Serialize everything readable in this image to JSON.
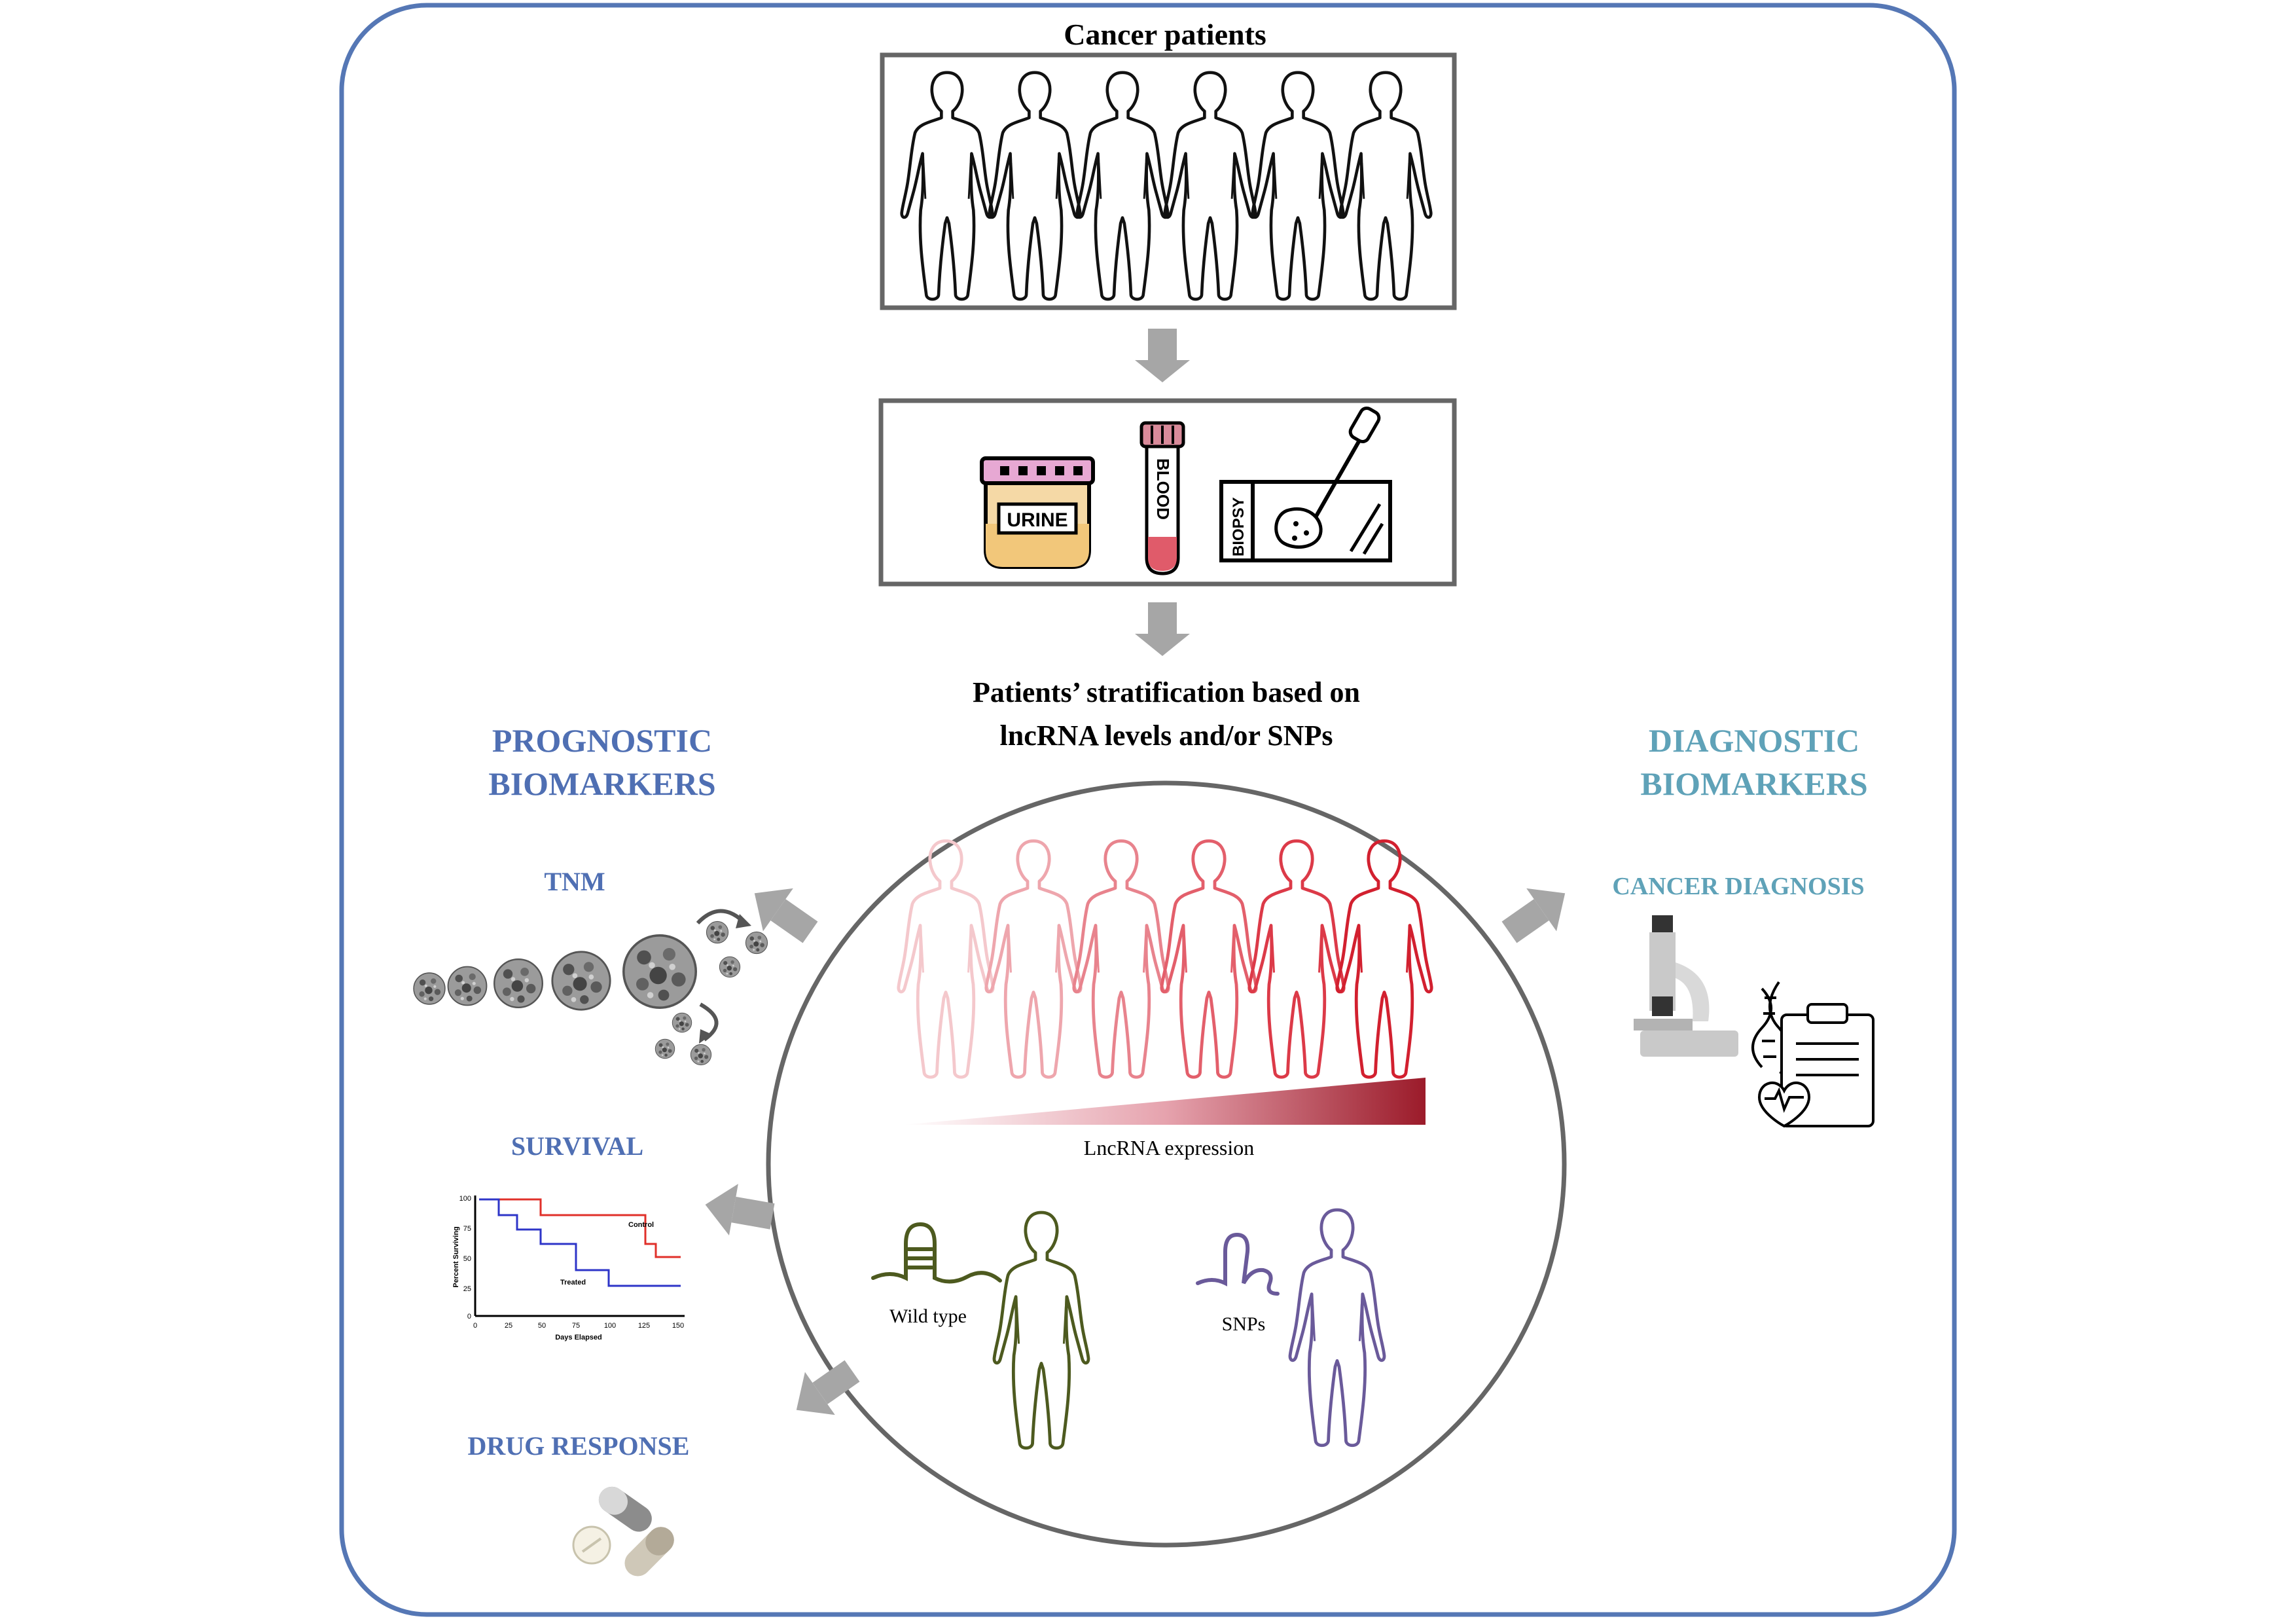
{
  "header": {
    "title": "Cancer patients"
  },
  "sample_labels": {
    "urine": "URINE",
    "blood": "BLOOD",
    "biopsy": "BIOPSY"
  },
  "stratification": {
    "line1": "Patients’ stratification based on",
    "line2": "lncRNA levels and/or SNPs"
  },
  "prognostic": {
    "title_line1": "PROGNOSTIC",
    "title_line2": "BIOMARKERS",
    "tnm_label": "TNM",
    "survival_label": "SURVIVAL",
    "drug_label": "DRUG RESPONSE"
  },
  "diagnostic": {
    "title_line1": "DIAGNOSTIC",
    "title_line2": "BIOMARKERS",
    "cancer_diagnosis_label": "CANCER DIAGNOSIS"
  },
  "circle": {
    "expression_label": "LncRNA expression",
    "wild_type_label": "Wild type",
    "snps_label": "SNPs"
  },
  "survival_plot": {
    "ylabel": "Percent Surviving",
    "xlabel": "Days Elapsed",
    "yticks": [
      "0",
      "25",
      "50",
      "75",
      "100"
    ],
    "xticks": [
      "0",
      "25",
      "50",
      "75",
      "100",
      "125",
      "150"
    ],
    "series_labels": [
      "Control",
      "Treated"
    ]
  },
  "colors": {
    "prognostic": "#4f6fb3",
    "diagnostic": "#5fa2b8",
    "frame": "#5577b5",
    "expression_dark": "#9b1b2a",
    "wild_type": "#4d5a1f",
    "snps": "#6a5a9a",
    "arrow": "#a6a6a6"
  }
}
